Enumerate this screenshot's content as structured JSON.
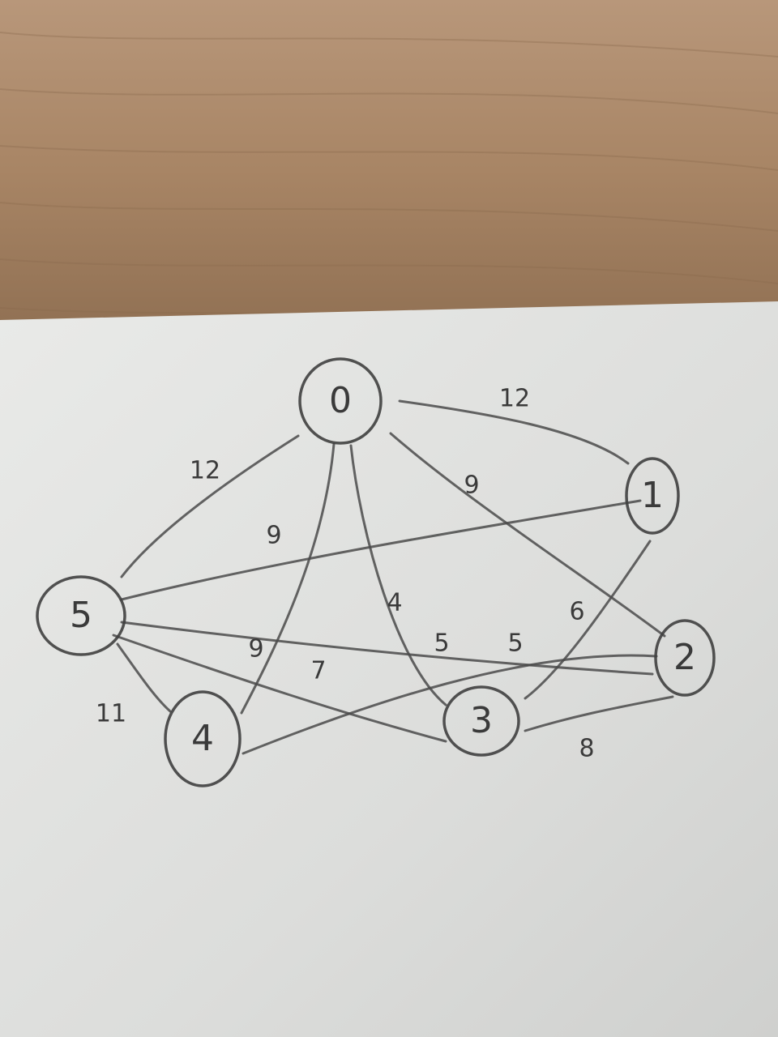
{
  "photo": {
    "background": "wood-desk",
    "paper": "white-sheet",
    "colors": {
      "wood": "#a58463",
      "paper": "#dfe0de",
      "pencil": "#3f3f3f"
    }
  },
  "graph": {
    "nodes": [
      {
        "id": "0",
        "label": "0"
      },
      {
        "id": "1",
        "label": "1"
      },
      {
        "id": "2",
        "label": "2"
      },
      {
        "id": "3",
        "label": "3"
      },
      {
        "id": "4",
        "label": "4"
      },
      {
        "id": "5",
        "label": "5"
      }
    ],
    "edges": [
      {
        "from": "0",
        "to": "1",
        "weight": "12"
      },
      {
        "from": "0",
        "to": "5",
        "weight": "12"
      },
      {
        "from": "0",
        "to": "2",
        "weight": "9"
      },
      {
        "from": "0",
        "to": "4",
        "weight": "9"
      },
      {
        "from": "0",
        "to": "3",
        "weight": "4"
      },
      {
        "from": "5",
        "to": "1",
        "weight": "9"
      },
      {
        "from": "5",
        "to": "2",
        "weight": "5"
      },
      {
        "from": "5",
        "to": "3",
        "weight": "7"
      },
      {
        "from": "5",
        "to": "4",
        "weight": "11"
      },
      {
        "from": "4",
        "to": "2",
        "weight": "5"
      },
      {
        "from": "1",
        "to": "3",
        "weight": "6"
      },
      {
        "from": "3",
        "to": "2",
        "weight": "8"
      }
    ]
  }
}
